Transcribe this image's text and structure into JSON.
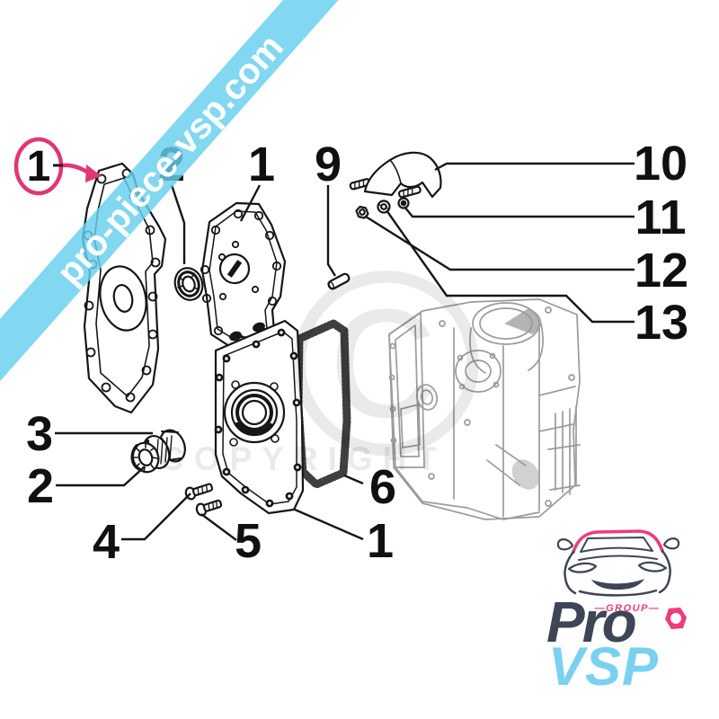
{
  "page": {
    "background": "#ffffff"
  },
  "watermark_band": {
    "text": "pro-piece-vsp.com",
    "band_color": "#88d8ef",
    "text_color": "#ffffff"
  },
  "watermark_copyright": {
    "symbol": "©",
    "text": "COPYRIGHT",
    "color": "#ebebeb"
  },
  "diagram": {
    "description": "exploded parts diagram of engine front cover, oil seal, gasket, bearing, screws and crankcase",
    "accent_pink": "#e23672",
    "line_color": "#161616",
    "block_color": "#9b9b9b",
    "callouts": [
      {
        "label": "1",
        "circled": true
      },
      {
        "label": "2"
      },
      {
        "label": "1"
      },
      {
        "label": "9"
      },
      {
        "label": "10"
      },
      {
        "label": "11"
      },
      {
        "label": "12"
      },
      {
        "label": "13"
      },
      {
        "label": "3"
      },
      {
        "label": "2"
      },
      {
        "label": "4"
      },
      {
        "label": "5"
      },
      {
        "label": "6"
      },
      {
        "label": "1"
      }
    ]
  },
  "logo": {
    "group": "—GROUP—",
    "brand_top": "Pro",
    "brand_bottom": "VSP",
    "navy": "#3e4557",
    "pink": "#ee3c79",
    "blue": "#79d1f2"
  }
}
